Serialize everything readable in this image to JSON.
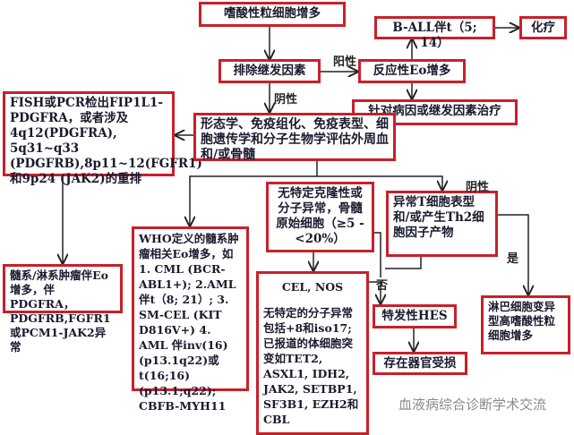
{
  "nodes": {
    "eosinophilia": "嗜酸性粒细胞增多",
    "exclude_secondary": "排除继发因素",
    "ball": "B-ALL伴t（5; 14）",
    "chemo": "化疗",
    "reactive": "反应性Eo增多",
    "treat_cause": "针对病因或继发因素治疗",
    "fish": "FISH或PCR检出FIP1L1-PDGFRA，或者涉及4q12(PDGFRA), 5q31~q33 (PDGFRB),8p11~12(FGFR1)和9p24 (JAK2)的重排",
    "morphology": "形态学、免疫组化、免疫表型、细胞遗传学和分子生物学评估外周血和/或骨髓",
    "no_clonal": "无特定克隆性或分子异常，骨髓原始细胞（≥5 - <20%）",
    "abnormal_t": "异常T细胞表型和/或产生Th2细胞因子产物",
    "myeloid_lymphoid": "髓系/淋系肿瘤伴Eo增多，伴PDGFRA，PDGFRB,FGFR1或PCM1-JAK2异常",
    "who": "WHO定义的髓系肿瘤相关Eo增多，如1. CML (BCR-ABL1+); 2.AML伴t（8; 21）; 3. SM-CEL (KIT D816V+) 4. AML 伴inv(16)(p13.1q22)或t(16;16)(p13.1;q22); CBFB-MYH11",
    "cel_title": "CEL, NOS",
    "cel_body": "无特定的分子异常包括+8和iso17;已报道的体细胞突变如TET2, ASXL1, IDH2, JAK2, SETBP1, SF3B1, EZH2和CBL",
    "hes": "特发性HES",
    "organ": "存在器官受损",
    "lymph_variant": "淋巴细胞变异型高嗜酸性粒细胞增多"
  },
  "labels": {
    "positive": "阳性",
    "negative1": "阴性",
    "negative2": "阴性",
    "no": "否",
    "yes": "是"
  },
  "watermark": "血液病综合诊断学术交流",
  "colors": {
    "border": "#c8202b"
  }
}
